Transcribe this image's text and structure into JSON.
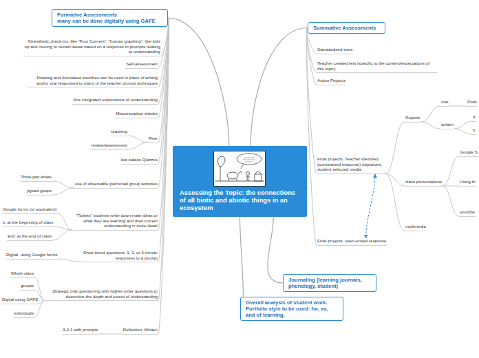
{
  "diagram": {
    "nodes": [
      {
        "text": [
          "Assessing the Topic: the connections of all biotic and abiotic things in an ecosystem"
        ]
      },
      {
        "text": [
          "Formative Assessments",
          "many can be done digitally using GAFE"
        ]
      },
      {
        "text": [
          "Kinesthetic check-ins, like \"Four Corners\", \"human graphing\". Get kids up and moving to certain areas based on a response to prompts relating to understanding"
        ]
      },
      {
        "text": [
          "Self-assessment"
        ]
      },
      {
        "text": [
          "Drawing and Annotated sketches can be used in place of writing and/or oral responsed to many of the teacher prompt techniques"
        ]
      },
      {
        "text": [
          "Arts integrated expressions of understanding"
        ]
      },
      {
        "text": [
          "Misconception checks"
        ]
      },
      {
        "text": [
          "Peer"
        ]
      },
      {
        "text": [
          "teaching"
        ]
      },
      {
        "text": [
          "review/assessment"
        ]
      },
      {
        "text": [
          "low-stakes Quizzes"
        ]
      },
      {
        "text": [
          "use of observable pair/small group activities"
        ]
      },
      {
        "text": [
          "Think-pair-share"
        ]
      },
      {
        "text": [
          "jigsaw goups"
        ]
      },
      {
        "text": [
          "\"Tickets\" students write down main ideas or what they are learning and their current understanding in more detail"
        ]
      },
      {
        "text": [
          "Google forms (or equivalent)"
        ]
      },
      {
        "text": [
          "it: at the beginning of class"
        ]
      },
      {
        "text": [
          "Exit: at the end of class"
        ]
      },
      {
        "text": [
          "Short timed questions; 1, 2, or 3 minute responses to a prompt"
        ]
      },
      {
        "text": [
          "Digital, using Google forms"
        ]
      },
      {
        "text": [
          "Strategic oral questioning with higher-order questions to determine the depth and extent of understanding"
        ]
      },
      {
        "text": [
          "Whole class"
        ]
      },
      {
        "text": [
          "groups"
        ]
      },
      {
        "text": [
          "Digital using GAFE"
        ]
      },
      {
        "text": [
          "individuals"
        ]
      },
      {
        "text": [
          "Reflection: Written"
        ]
      },
      {
        "text": [
          "3-2-1 with prompts"
        ]
      },
      {
        "text": [
          "Summative Assessments"
        ]
      },
      {
        "text": [
          "Standardized tests"
        ]
      },
      {
        "text": [
          "Teacher created test (specific to the content/expectations of this topic)"
        ]
      },
      {
        "text": [
          "Action Projects"
        ]
      },
      {
        "text": [
          "Final projects. Teacher identified (constrained response) objectives, student selected media"
        ]
      },
      {
        "text": [
          "Reports"
        ]
      },
      {
        "text": [
          "oral"
        ]
      },
      {
        "text": [
          "Podc"
        ]
      },
      {
        "text": [
          "written"
        ]
      },
      {
        "text": [
          "tr"
        ]
      },
      {
        "text": [
          "b"
        ]
      },
      {
        "text": [
          "class presentations"
        ]
      },
      {
        "text": [
          "Google S"
        ]
      },
      {
        "text": [
          "Using th"
        ]
      },
      {
        "text": [
          "youtube"
        ]
      },
      {
        "text": [
          "multimedia"
        ]
      },
      {
        "text": [
          "Final projects. open-ended response"
        ]
      },
      {
        "text": [
          "Journaling (learning journals, phenology, student)"
        ]
      },
      {
        "text": [
          "Overall analysis of student work. Portfolio style to be used: for, as, and of learning."
        ]
      }
    ],
    "edges": [
      {
        "from": 0,
        "to": 1,
        "arrow": "none"
      },
      {
        "from": 0,
        "to": 27,
        "arrow": "none"
      },
      {
        "from": 0,
        "to": 44,
        "arrow": "none"
      },
      {
        "from": 0,
        "to": 45,
        "arrow": "none"
      },
      {
        "from": 1,
        "to": 2,
        "arrow": "none"
      },
      {
        "from": 1,
        "to": 3,
        "arrow": "none"
      },
      {
        "from": 1,
        "to": 4,
        "arrow": "none"
      },
      {
        "from": 1,
        "to": 5,
        "arrow": "none"
      },
      {
        "from": 1,
        "to": 6,
        "arrow": "none"
      },
      {
        "from": 1,
        "to": 7,
        "arrow": "none"
      },
      {
        "from": 1,
        "to": 10,
        "arrow": "none"
      },
      {
        "from": 1,
        "to": 11,
        "arrow": "none"
      },
      {
        "from": 1,
        "to": 14,
        "arrow": "none"
      },
      {
        "from": 1,
        "to": 18,
        "arrow": "none"
      },
      {
        "from": 1,
        "to": 20,
        "arrow": "none"
      },
      {
        "from": 1,
        "to": 25,
        "arrow": "none"
      },
      {
        "from": 7,
        "to": 8,
        "arrow": "none"
      },
      {
        "from": 7,
        "to": 9,
        "arrow": "none"
      },
      {
        "from": 11,
        "to": 12,
        "arrow": "none"
      },
      {
        "from": 11,
        "to": 13,
        "arrow": "none"
      },
      {
        "from": 14,
        "to": 15,
        "arrow": "none"
      },
      {
        "from": 14,
        "to": 16,
        "arrow": "none"
      },
      {
        "from": 14,
        "to": 17,
        "arrow": "none"
      },
      {
        "from": 18,
        "to": 19,
        "arrow": "none"
      },
      {
        "from": 20,
        "to": 21,
        "arrow": "none"
      },
      {
        "from": 20,
        "to": 22,
        "arrow": "none"
      },
      {
        "from": 20,
        "to": 23,
        "arrow": "none"
      },
      {
        "from": 20,
        "to": 24,
        "arrow": "none"
      },
      {
        "from": 25,
        "to": 26,
        "arrow": "none"
      },
      {
        "from": 27,
        "to": 28,
        "arrow": "none"
      },
      {
        "from": 27,
        "to": 29,
        "arrow": "none"
      },
      {
        "from": 27,
        "to": 30,
        "arrow": "none"
      },
      {
        "from": 27,
        "to": 31,
        "arrow": "none"
      },
      {
        "from": 27,
        "to": 43,
        "arrow": "none"
      },
      {
        "from": 31,
        "to": 32,
        "arrow": "none"
      },
      {
        "from": 31,
        "to": 38,
        "arrow": "none"
      },
      {
        "from": 31,
        "to": 42,
        "arrow": "none"
      },
      {
        "from": 32,
        "to": 33,
        "arrow": "none"
      },
      {
        "from": 32,
        "to": 35,
        "arrow": "none"
      },
      {
        "from": 33,
        "to": 34,
        "arrow": "none"
      },
      {
        "from": 35,
        "to": 36,
        "arrow": "none"
      },
      {
        "from": 35,
        "to": 37,
        "arrow": "none"
      },
      {
        "from": 38,
        "to": 39,
        "arrow": "none"
      },
      {
        "from": 38,
        "to": 40,
        "arrow": "none"
      },
      {
        "from": 38,
        "to": 41,
        "arrow": "none"
      },
      {
        "from": 31,
        "to": 43,
        "arrow": "both"
      }
    ]
  }
}
